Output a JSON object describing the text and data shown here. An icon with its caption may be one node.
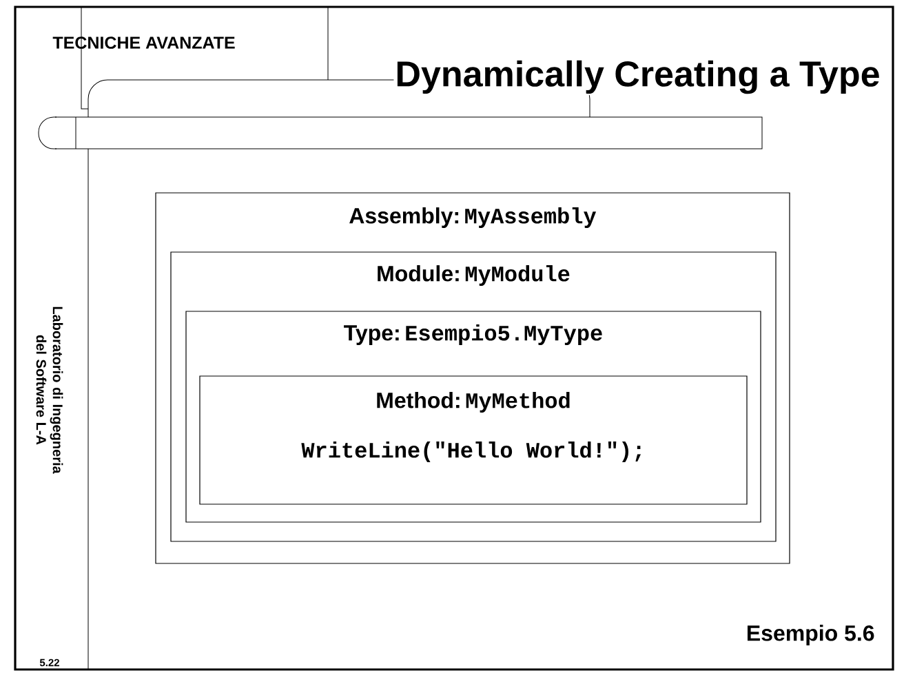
{
  "diagram": {
    "title": "Dynamically Creating a Type",
    "nodes": [
      {
        "text": [
          "Assembly:",
          "MyAssembly"
        ]
      },
      {
        "text": [
          "Module:",
          "MyModule"
        ],
        "in": 0
      },
      {
        "text": [
          "Type:",
          "Esempio5.MyType"
        ],
        "in": 1
      },
      {
        "text": [
          "Method:",
          "MyMethod",
          "WriteLine(\"Hello World!\");"
        ],
        "in": 2
      }
    ],
    "labels": [
      "TECNICHE AVANZATE",
      "Laboratorio di Ingegneria del Software L-A",
      "5.22",
      "Esempio 5.6"
    ]
  }
}
